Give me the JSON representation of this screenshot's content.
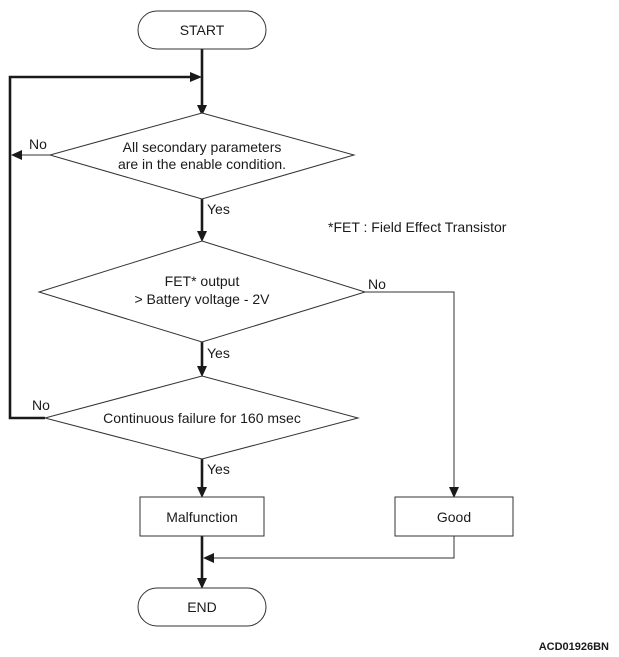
{
  "nodes": {
    "start": "START",
    "decision1_line1": "All secondary parameters",
    "decision1_line2": "are in the enable condition.",
    "decision2_line1": "FET* output",
    "decision2_line2": "> Battery voltage - 2V",
    "decision3": "Continuous failure for 160 msec",
    "malfunction": "Malfunction",
    "good": "Good",
    "end": "END"
  },
  "edge_labels": {
    "d1_yes": "Yes",
    "d1_no": "No",
    "d2_yes": "Yes",
    "d2_no": "No",
    "d3_yes": "Yes",
    "d3_no": "No"
  },
  "note": "*FET : Field Effect Transistor",
  "figure_code": "ACD01926BN"
}
